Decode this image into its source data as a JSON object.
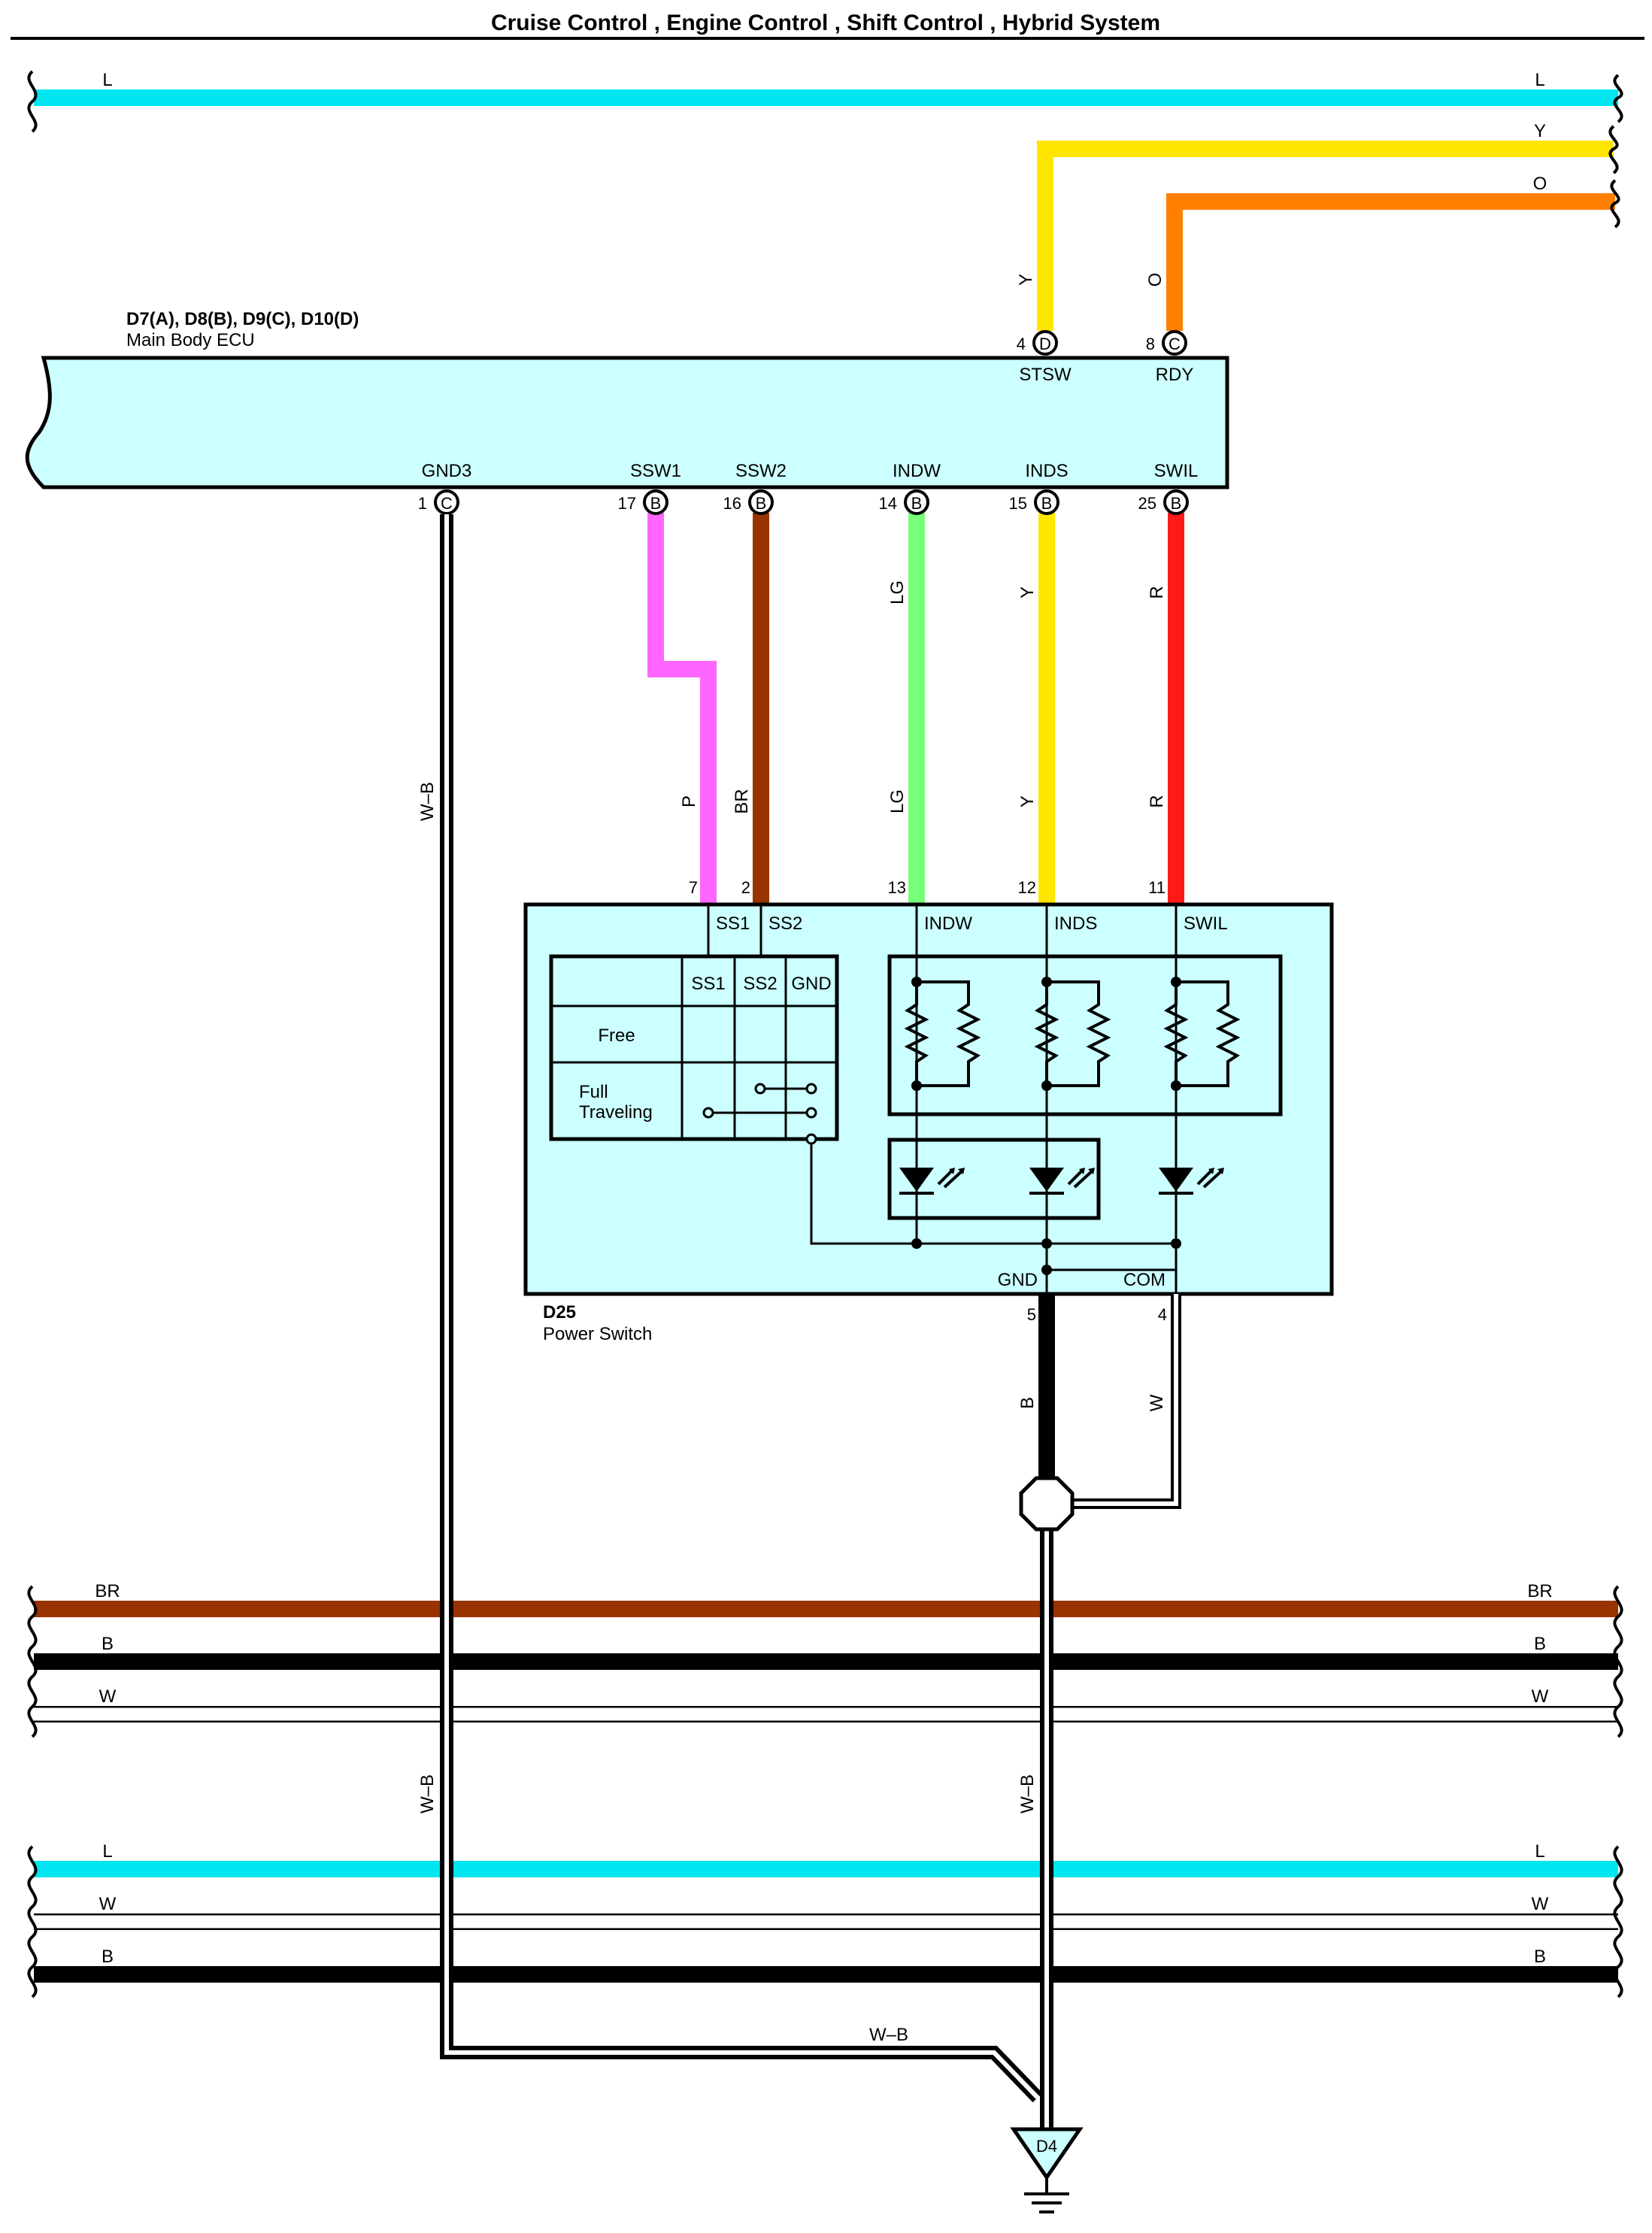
{
  "title": "Cruise Control , Engine Control , Shift Control , Hybrid System",
  "colors": {
    "L": "#00e5ef",
    "Y": "#ffe600",
    "O": "#ff8000",
    "P": "#ff66ff",
    "BR": "#993300",
    "LG": "#77ff77",
    "R": "#ff1a1a",
    "B": "#000000",
    "W": "#ffffff",
    "component_fill": "#ccffff"
  },
  "harness_labels": {
    "top_l_left": "L",
    "top_l_right": "L",
    "top_y_right": "Y",
    "top_o_right": "O",
    "mid_br_left": "BR",
    "mid_br_right": "BR",
    "mid_b_left": "B",
    "mid_b_right": "B",
    "mid_w_left": "W",
    "mid_w_right": "W",
    "low_l_left": "L",
    "low_l_right": "L",
    "low_w_left": "W",
    "low_w_right": "W",
    "low_b_left": "B",
    "low_b_right": "B"
  },
  "ecu": {
    "connectors_line": "D7(A), D8(B), D9(C), D10(D)",
    "name": "Main Body ECU",
    "top_pins": [
      {
        "number": "4",
        "connector": "D",
        "label": "STSW",
        "wire": "Y"
      },
      {
        "number": "8",
        "connector": "C",
        "label": "RDY",
        "wire": "O"
      }
    ],
    "bottom_pins": [
      {
        "number": "1",
        "connector": "C",
        "label": "GND3"
      },
      {
        "number": "17",
        "connector": "B",
        "label": "SSW1"
      },
      {
        "number": "16",
        "connector": "B",
        "label": "SSW2"
      },
      {
        "number": "14",
        "connector": "B",
        "label": "INDW"
      },
      {
        "number": "15",
        "connector": "B",
        "label": "INDS"
      },
      {
        "number": "25",
        "connector": "B",
        "label": "SWIL"
      }
    ]
  },
  "wire_labels": {
    "gnd3_a": "W–B",
    "ssw1_lower": "P",
    "ssw2_lower": "BR",
    "indw_upper": "LG",
    "indw_lower": "LG",
    "inds_upper": "Y",
    "inds_lower": "Y",
    "swil_upper": "R",
    "swil_lower": "R",
    "gnd_wire": "B",
    "com_wire": "W",
    "ground_drop": "W–B",
    "gnd3_b": "W–B",
    "gnd3_bottom": "W–B"
  },
  "power_switch": {
    "code": "D25",
    "name": "Power Switch",
    "pins": [
      {
        "number": "7",
        "label": "SS1"
      },
      {
        "number": "2",
        "label": "SS2"
      },
      {
        "number": "13",
        "label": "INDW"
      },
      {
        "number": "12",
        "label": "INDS"
      },
      {
        "number": "11",
        "label": "SWIL"
      },
      {
        "number": "5",
        "label": "GND"
      },
      {
        "number": "4",
        "label": "COM"
      }
    ],
    "table": {
      "headers": [
        "SS1",
        "SS2",
        "GND"
      ],
      "rows": [
        "Free",
        "Full",
        "Traveling"
      ]
    }
  },
  "ground_point": "D4"
}
